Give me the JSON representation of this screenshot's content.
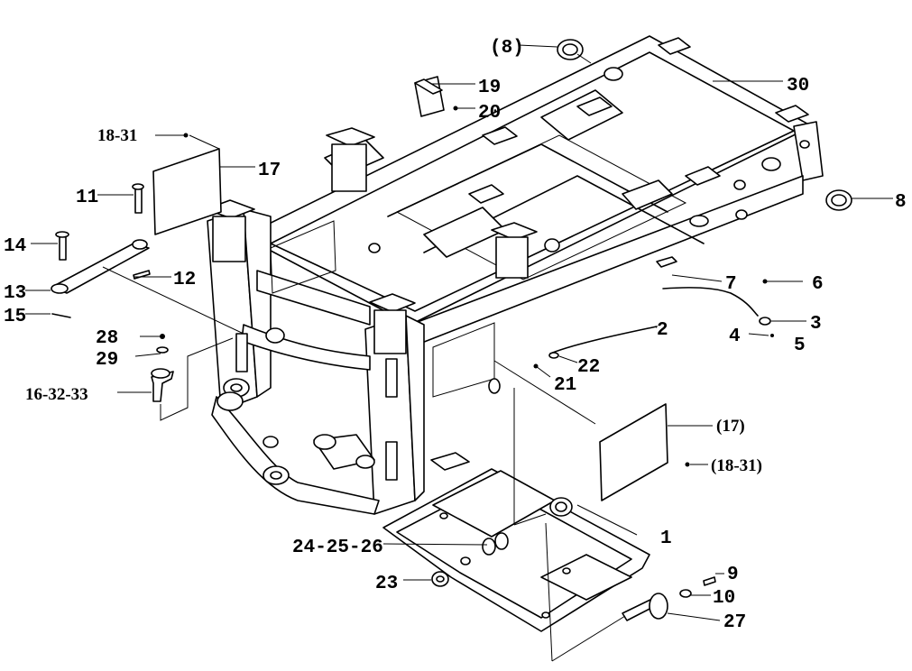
{
  "callouts": {
    "p8_paren": "(8)",
    "p19": "19",
    "p20": "20",
    "p30": "30",
    "p18_31": "18-31",
    "p17": "17",
    "p11": "11",
    "p14": "14",
    "p13": "13",
    "p12": "12",
    "p15": "15",
    "p8": "8",
    "p7": "7",
    "p6": "6",
    "p28": "28",
    "p29": "29",
    "p16_32_33": "16-32-33",
    "p2": "2",
    "p3": "3",
    "p4": "4",
    "p5": "5",
    "p22": "22",
    "p21": "21",
    "p17_paren": "(17)",
    "p18_31_paren": "(18-31)",
    "p1": "1",
    "p24_25_26": "24-25-26",
    "p23": "23",
    "p9": "9",
    "p10": "10",
    "p27": "27"
  }
}
